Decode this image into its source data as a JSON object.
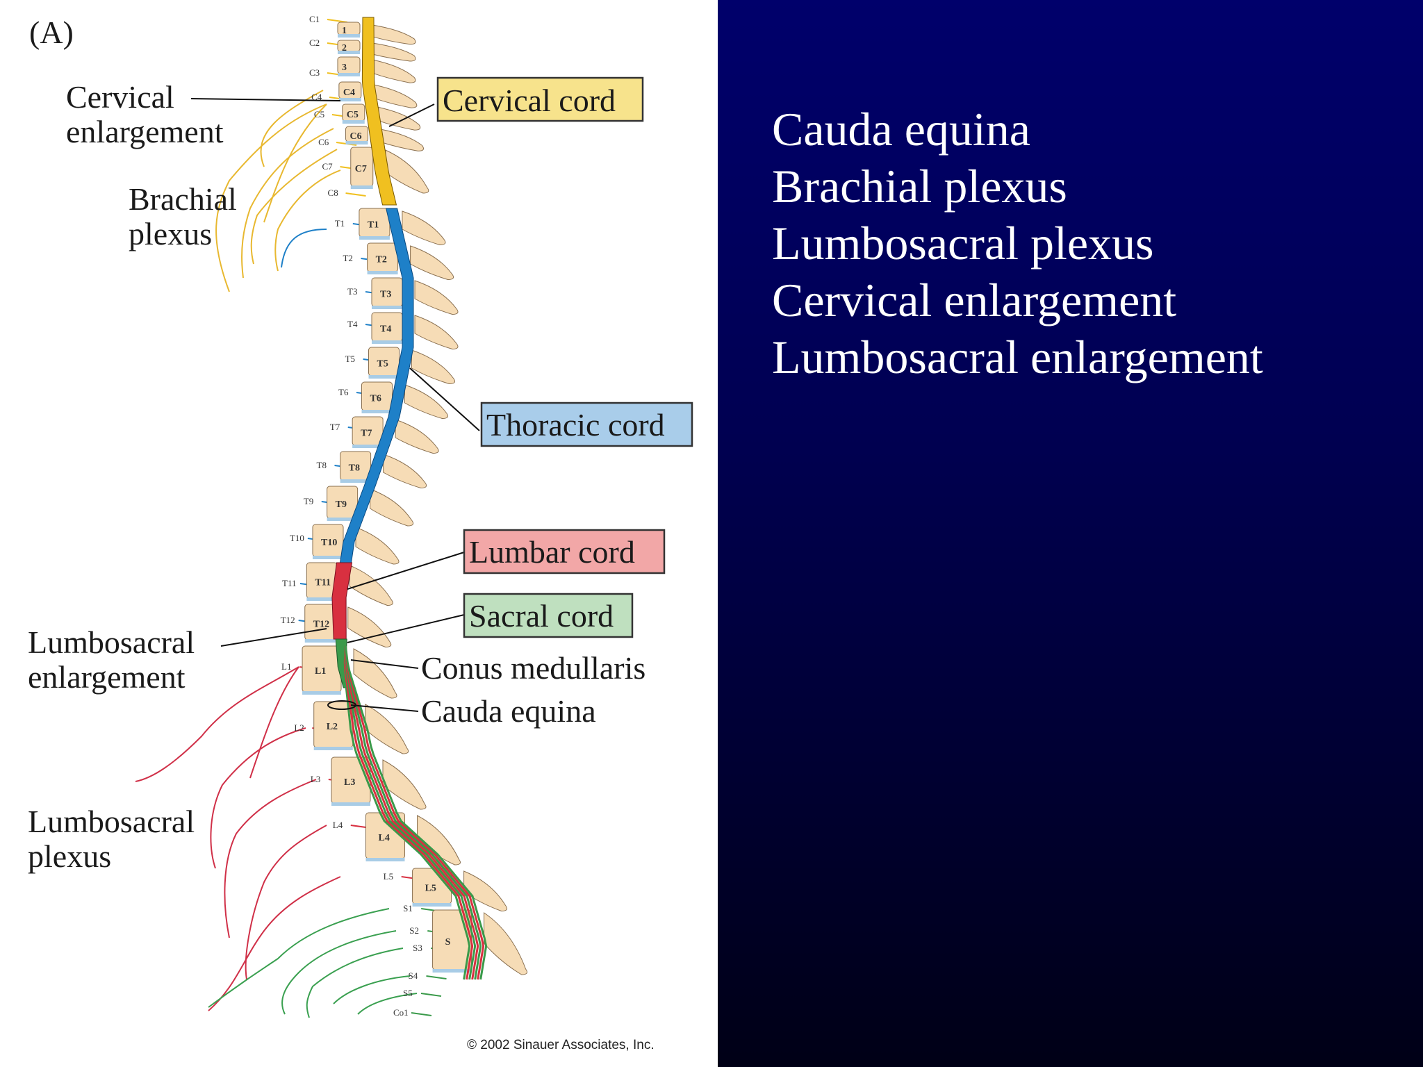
{
  "figure": {
    "panel_label": "(A)",
    "labels": {
      "cervical_enlargement": [
        "Cervical",
        "enlargement"
      ],
      "brachial_plexus": [
        "Brachial",
        "plexus"
      ],
      "lumbosacral_enlargement": [
        "Lumbosacral",
        "enlargement"
      ],
      "lumbosacral_plexus": [
        "Lumbosacral",
        "plexus"
      ],
      "conus_medullaris": "Conus medullaris",
      "cauda_equina": "Cauda equina"
    },
    "boxes": {
      "cervical_cord": "Cervical cord",
      "thoracic_cord": "Thoracic cord",
      "lumbar_cord": "Lumbar cord",
      "sacral_cord": "Sacral cord"
    },
    "box_colors": {
      "cervical": "#f7e38c",
      "thoracic": "#a9cdea",
      "lumbar": "#f2a7a7",
      "sacral": "#bfe0bf"
    },
    "cord_colors": {
      "cervical": "#f0c020",
      "thoracic": "#1e80c8",
      "lumbar": "#d83040",
      "sacral": "#3a9a4a",
      "vertebra": "#f6dcb6",
      "disc": "#a8cce6"
    },
    "nerve_labels": [
      "C1",
      "C2",
      "C3",
      "C4",
      "C5",
      "C6",
      "C7",
      "C8",
      "T1",
      "T2",
      "T3",
      "T4",
      "T5",
      "T6",
      "T7",
      "T8",
      "T9",
      "T10",
      "T11",
      "T12",
      "L1",
      "L2",
      "L3",
      "L4",
      "L5",
      "S1",
      "S2",
      "S3",
      "S4",
      "S5",
      "Co1"
    ],
    "vertebra_labels": [
      "1",
      "2",
      "3",
      "C4",
      "C5",
      "C6",
      "C7",
      "T1",
      "T2",
      "T3",
      "T4",
      "T5",
      "T6",
      "T7",
      "T8",
      "T9",
      "T10",
      "T11",
      "T12",
      "L1",
      "L2",
      "L3",
      "L4",
      "L5",
      "S"
    ],
    "copyright": "© 2002 Sinauer Associates, Inc."
  },
  "terms": [
    "Cauda equina",
    "Brachial plexus",
    "Lumbosacral plexus",
    "Cervical enlargement",
    "Lumbosacral enlargement"
  ]
}
